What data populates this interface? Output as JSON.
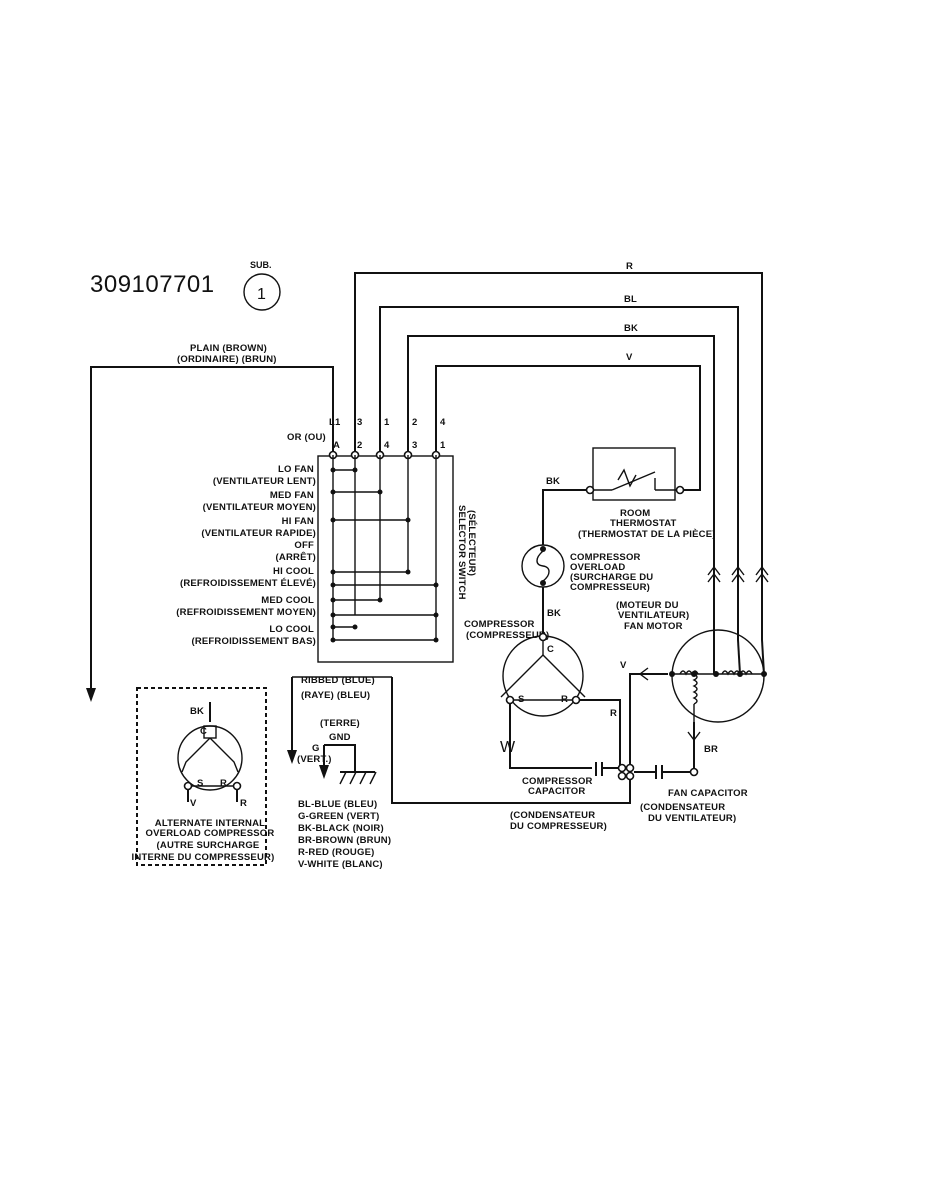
{
  "part_number": "309107701",
  "sub_label": "SUB.",
  "sub_number": "1",
  "plain_line1": "PLAIN   (BROWN)",
  "plain_line2": "(ORDINAIRE)   (BRUN)",
  "wire_colors_top": {
    "r": "R",
    "bl": "BL",
    "bk": "BK",
    "v": "V"
  },
  "switch_terminals_top": [
    "L1",
    "3",
    "1",
    "2",
    "4"
  ],
  "switch_terminals_bottom": [
    "A",
    "2",
    "4",
    "3",
    "1"
  ],
  "or_label": "OR (OU)",
  "positions": [
    {
      "en": "LO FAN",
      "fr": "(VENTILATEUR LENT)"
    },
    {
      "en": "MED FAN",
      "fr": "(VENTILATEUR MOYEN)"
    },
    {
      "en": "HI FAN",
      "fr": "(VENTILATEUR RAPIDE)"
    },
    {
      "en": "OFF",
      "fr": "(ARRÊT)"
    },
    {
      "en": "HI COOL",
      "fr": "(REFROIDISSEMENT ÉLEVÉ)"
    },
    {
      "en": "MED COOL",
      "fr": "(REFROIDISSEMENT MOYEN)"
    },
    {
      "en": "LO COOL",
      "fr": "(REFROIDISSEMENT BAS)"
    }
  ],
  "selector_switch": [
    "SELECTOR SWITCH",
    "(SÉLECTEUR)"
  ],
  "room_thermostat": [
    "ROOM",
    "THERMOSTAT",
    "(THERMOSTAT DE LA PIÈCE)"
  ],
  "bk_label": "BK",
  "compressor_overload": [
    "COMPRESSOR",
    "OVERLOAD",
    "(SURCHARGE DU",
    "COMPRESSEUR)"
  ],
  "compressor": [
    "COMPRESSOR",
    "(COMPRESSEUR)"
  ],
  "fan_motor": [
    "(MOTEUR DU",
    "VENTILATEUR)",
    "FAN MOTOR"
  ],
  "motor_terminals": {
    "c": "C",
    "s": "S",
    "r": "R"
  },
  "w_label": "W",
  "v_label": "V",
  "r_label": "R",
  "br_label": "BR",
  "compressor_capacitor": [
    "COMPRESSOR",
    "CAPACITOR"
  ],
  "fan_capacitor": [
    "FAN CAPACITOR",
    "(CONDENSATEUR",
    "DU VENTILATEUR)"
  ],
  "capacitor_fr": [
    "(CONDENSATEUR",
    "DU COMPRESSEUR)"
  ],
  "ribbed": [
    "RIBBED   (BLUE)",
    "(RAYE)   (BLEU)"
  ],
  "ground": [
    "(TERRE)",
    "GND",
    "G",
    "(VERT.)"
  ],
  "legend": [
    "BL-BLUE (BLEU)",
    "G-GREEN (VERT)",
    "BK-BLACK (NOIR)",
    "BR-BROWN (BRUN)",
    "R-RED (ROUGE)",
    "V-WHITE (BLANC)"
  ],
  "alternate_box": {
    "bk": "BK",
    "v": "V",
    "r": "R",
    "caption": [
      "ALTERNATE INTERNAL",
      "OVERLOAD COMPRESSOR",
      "(AUTRE SURCHARGE",
      "INTERNE DU COMPRESSEUR)"
    ]
  }
}
